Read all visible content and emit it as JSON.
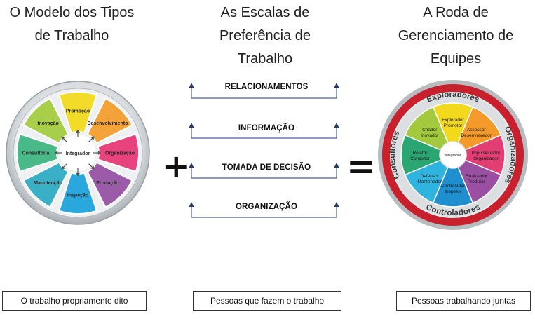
{
  "headings": {
    "left": [
      "O Modelo dos Tipos",
      "de Trabalho"
    ],
    "middle": [
      "As Escalas de",
      "Preferência de",
      "Trabalho"
    ],
    "right": [
      "A Roda de",
      "Gerenciamento de",
      "Equipes"
    ]
  },
  "operators": {
    "plus": "+",
    "equals": "="
  },
  "left_wheel": {
    "center": "Integrador",
    "segments": [
      {
        "label": "Promoção",
        "color": "#f2dc29"
      },
      {
        "label": "Desenvolvimento",
        "color": "#f4a23a"
      },
      {
        "label": "Organização",
        "color": "#e8437c"
      },
      {
        "label": "Produção",
        "color": "#9b5ba8"
      },
      {
        "label": "Inspeção",
        "color": "#2aa7dd"
      },
      {
        "label": "Manutenção",
        "color": "#3ab0c6"
      },
      {
        "label": "Consultoria",
        "color": "#49b987"
      },
      {
        "label": "Inovação",
        "color": "#a7cf4a"
      }
    ]
  },
  "scales": [
    "RELACIONAMENTOS",
    "INFORMAÇÃO",
    "TOMADA DE DECISÃO",
    "ORGANIZAÇÃO"
  ],
  "right_wheel": {
    "center": "Integrador",
    "segments": [
      {
        "line1": "Explorador",
        "line2": "Promotor",
        "color": "#f2d91d"
      },
      {
        "line1": "Assessor",
        "line2": "Desenvolvedor",
        "color": "#f39a2b"
      },
      {
        "line1": "Impulsionador",
        "line2": "Organizador",
        "color": "#e33e73"
      },
      {
        "line1": "Finalizador",
        "line2": "Produtor",
        "color": "#9a4fa3"
      },
      {
        "line1": "Controlador",
        "line2": "Inspetor",
        "color": "#1f8fd0"
      },
      {
        "line1": "Defensor",
        "line2": "Mantenedor",
        "color": "#2fb4e0"
      },
      {
        "line1": "Relator",
        "line2": "Consultor",
        "color": "#2aa673"
      },
      {
        "line1": "Criador",
        "line2": "Inovador",
        "color": "#a3c93f"
      }
    ],
    "ring": {
      "top": "Exploradores",
      "right": "Organizadores",
      "bottom": "Controladores",
      "left": "Consultores",
      "ring_color": "#c8202d"
    }
  },
  "captions": {
    "left": "O trabalho propriamente dito",
    "middle": "Pessoas que fazem o trabalho",
    "right": "Pessoas trabalhando juntas"
  },
  "colors": {
    "scale_line": "#4a5f9a",
    "arrow": "#1e3a78"
  }
}
